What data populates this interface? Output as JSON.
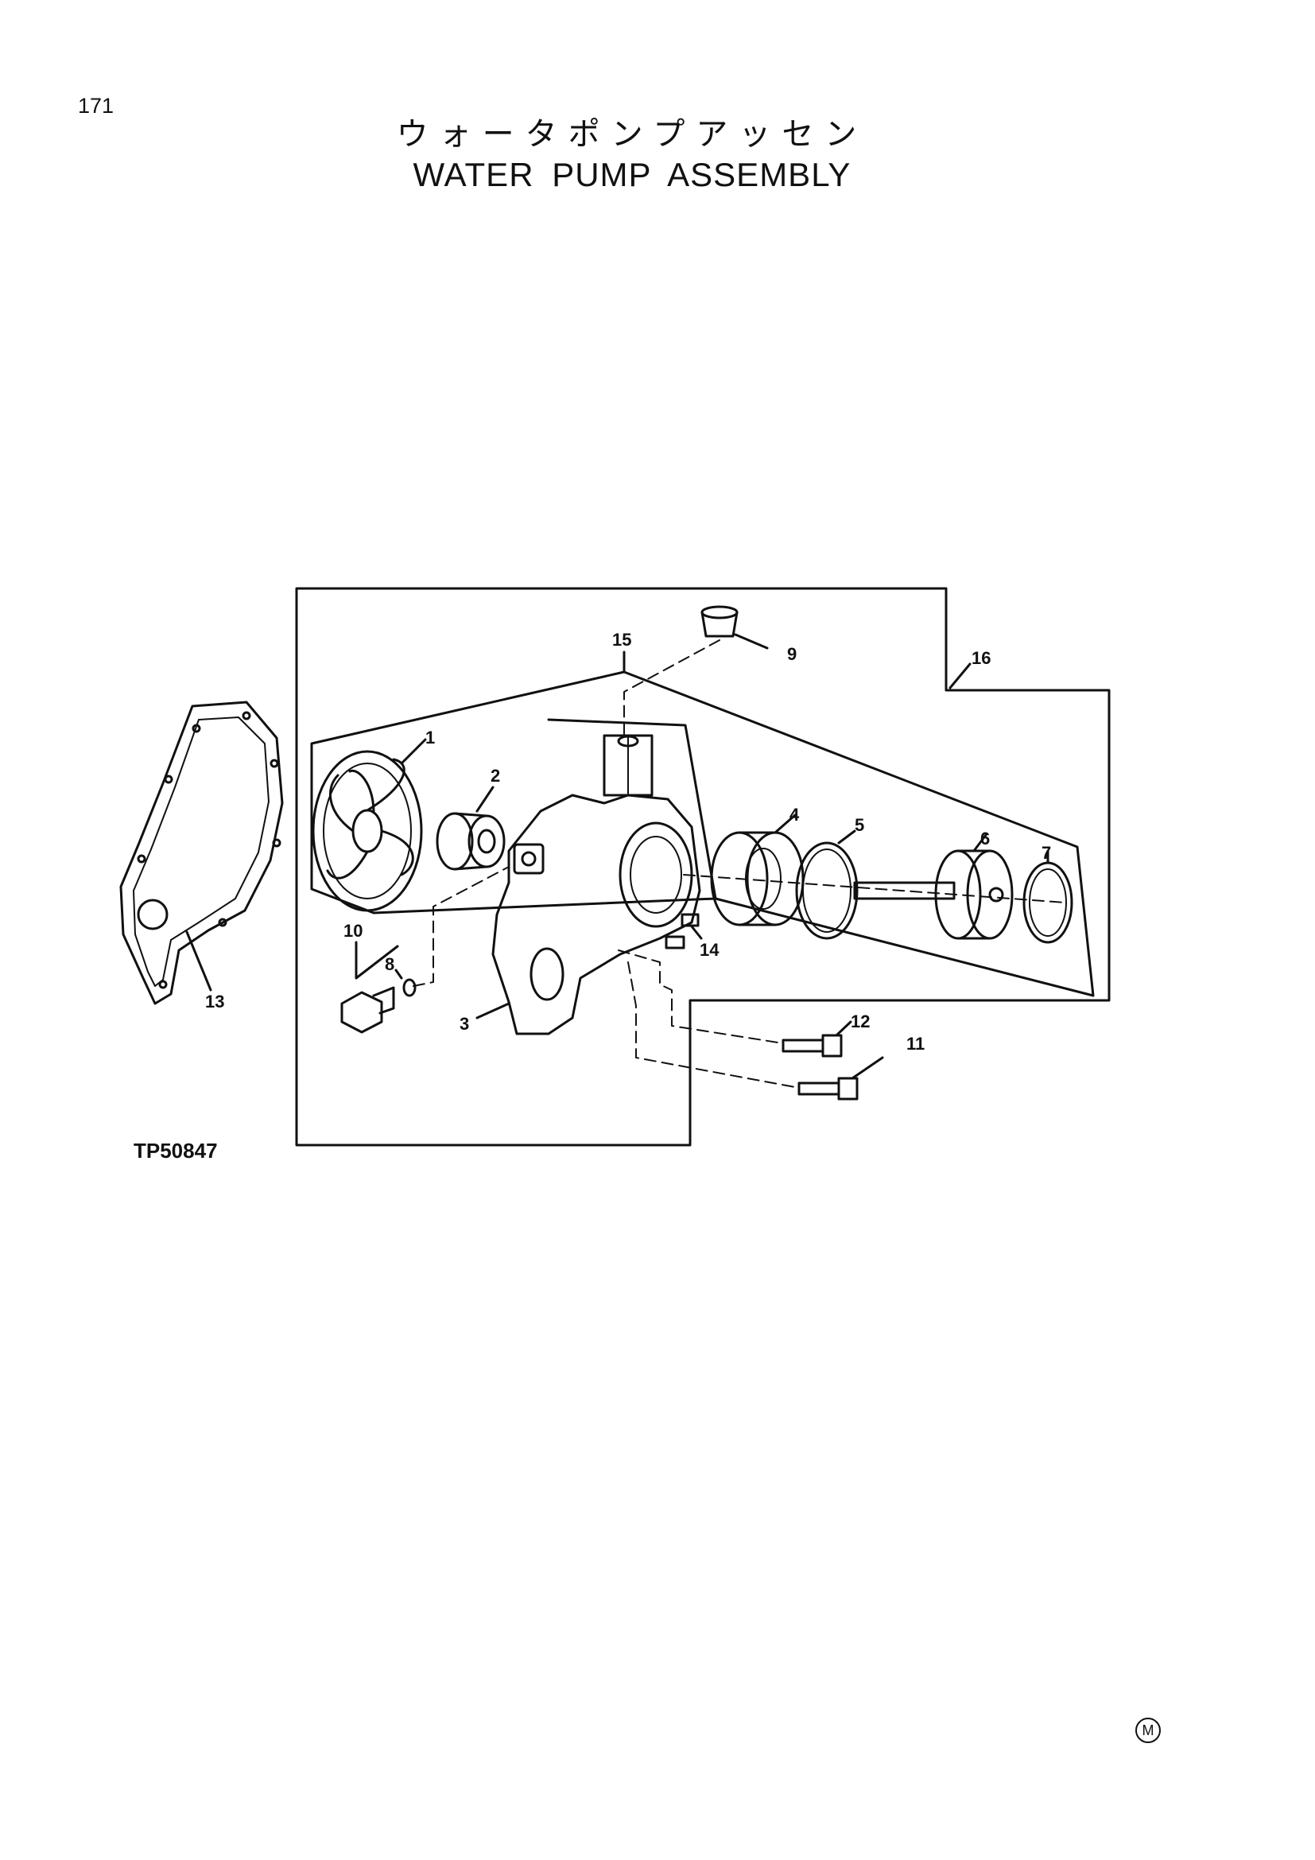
{
  "page": {
    "number": "171"
  },
  "title": {
    "japanese": "ウォータポンプアッセン",
    "english": "WATER PUMP ASSEMBLY"
  },
  "figure": {
    "code": "TP50847",
    "mark": "M",
    "callouts": [
      "1",
      "2",
      "3",
      "4",
      "5",
      "6",
      "7",
      "8",
      "9",
      "10",
      "11",
      "12",
      "13",
      "14",
      "15",
      "16"
    ]
  }
}
